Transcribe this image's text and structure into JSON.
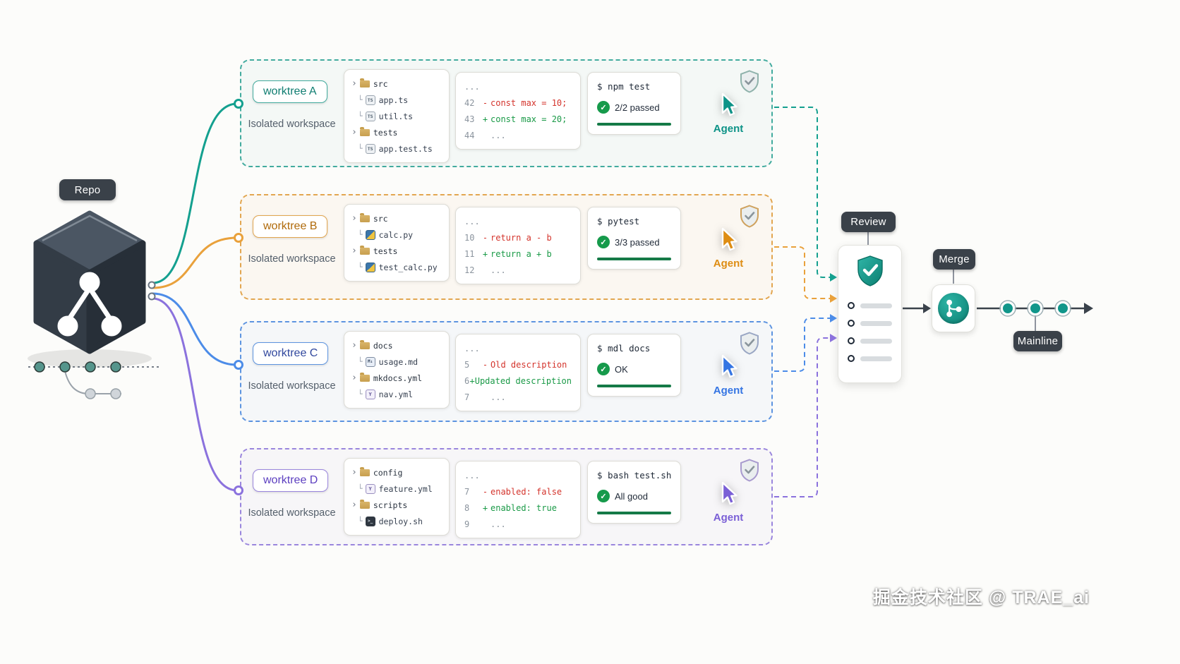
{
  "watermark": "掘金技术社区 @ TRAE_ai",
  "repo": {
    "label": "Repo"
  },
  "review": {
    "label": "Review"
  },
  "merge": {
    "label": "Merge"
  },
  "mainline": {
    "label": "Mainline"
  },
  "colors": {
    "teal": "#14a08f",
    "amber": "#e9a13b",
    "blue": "#4c8ce8",
    "purple": "#8b72dd",
    "diff_add": "#1a9a47",
    "diff_del": "#d4342c",
    "dark_badge": "#3a4149"
  },
  "worktrees": [
    {
      "label": "worktree A",
      "subtitle": "Isolated workspace",
      "agent_label": "Agent",
      "tree": [
        {
          "kind": "folder",
          "icon": "folder-icon",
          "name": "src"
        },
        {
          "kind": "file",
          "icon": "ts-icon",
          "name": "app.ts"
        },
        {
          "kind": "file",
          "icon": "ts-icon",
          "name": "util.ts"
        },
        {
          "kind": "folder",
          "icon": "folder-icon",
          "name": "tests"
        },
        {
          "kind": "file",
          "icon": "ts-icon",
          "name": "app.test.ts"
        }
      ],
      "diff": [
        {
          "num": "",
          "sign": "",
          "code": "..."
        },
        {
          "num": "42",
          "sign": "-",
          "code": "const max = 10;"
        },
        {
          "num": "43",
          "sign": "+",
          "code": "const max = 20;"
        },
        {
          "num": "44",
          "sign": "",
          "code": "..."
        }
      ],
      "test": {
        "command": "$ npm test",
        "status": "2/2 passed"
      }
    },
    {
      "label": "worktree B",
      "subtitle": "Isolated workspace",
      "agent_label": "Agent",
      "tree": [
        {
          "kind": "folder",
          "icon": "folder-icon",
          "name": "src"
        },
        {
          "kind": "file",
          "icon": "python-icon",
          "name": "calc.py"
        },
        {
          "kind": "folder",
          "icon": "folder-icon",
          "name": "tests"
        },
        {
          "kind": "file",
          "icon": "python-icon",
          "name": "test_calc.py"
        }
      ],
      "diff": [
        {
          "num": "",
          "sign": "",
          "code": "..."
        },
        {
          "num": "10",
          "sign": "-",
          "code": "return a - b"
        },
        {
          "num": "11",
          "sign": "+",
          "code": "return a + b"
        },
        {
          "num": "12",
          "sign": "",
          "code": "..."
        }
      ],
      "test": {
        "command": "$ pytest",
        "status": "3/3 passed"
      }
    },
    {
      "label": "worktree C",
      "subtitle": "Isolated workspace",
      "agent_label": "Agent",
      "tree": [
        {
          "kind": "folder",
          "icon": "folder-icon",
          "name": "docs"
        },
        {
          "kind": "file",
          "icon": "markdown-icon",
          "name": "usage.md"
        },
        {
          "kind": "folder",
          "icon": "folder-icon",
          "name": "mkdocs.yml"
        },
        {
          "kind": "file",
          "icon": "yaml-icon",
          "name": "nav.yml"
        }
      ],
      "diff": [
        {
          "num": "",
          "sign": "",
          "code": "..."
        },
        {
          "num": "5",
          "sign": "-",
          "code": "Old description"
        },
        {
          "num": "6",
          "sign": "+",
          "code": "Updated description"
        },
        {
          "num": "7",
          "sign": "",
          "code": "..."
        }
      ],
      "test": {
        "command": "$ mdl docs",
        "status": "OK"
      }
    },
    {
      "label": "worktree D",
      "subtitle": "Isolated workspace",
      "agent_label": "Agent",
      "tree": [
        {
          "kind": "folder",
          "icon": "folder-icon",
          "name": "config"
        },
        {
          "kind": "file",
          "icon": "yaml-icon",
          "name": "feature.yml"
        },
        {
          "kind": "folder",
          "icon": "folder-icon",
          "name": "scripts"
        },
        {
          "kind": "file",
          "icon": "shell-icon",
          "name": "deploy.sh"
        }
      ],
      "diff": [
        {
          "num": "",
          "sign": "",
          "code": "..."
        },
        {
          "num": "7",
          "sign": "-",
          "code": "enabled: false"
        },
        {
          "num": "8",
          "sign": "+",
          "code": "enabled: true"
        },
        {
          "num": "9",
          "sign": "",
          "code": "..."
        }
      ],
      "test": {
        "command": "$ bash test.sh",
        "status": "All good"
      }
    }
  ]
}
